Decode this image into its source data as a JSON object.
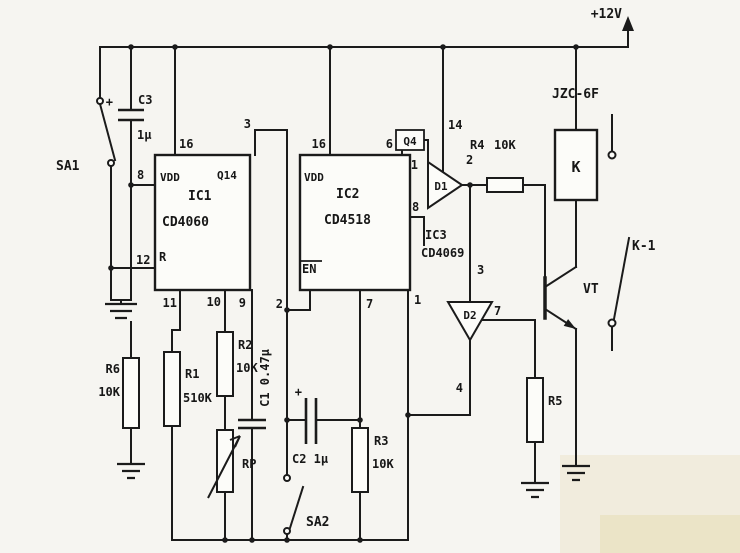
{
  "figure": {
    "type": "circuit-schematic",
    "description": "Timer relay circuit using CD4060 oscillator/divider, CD4518 counter and CD4069 inverters driving relay K via transistor VT"
  },
  "labels": {
    "p12v": "+12V",
    "relay_model": "JZC-6F",
    "relay_coil": "K",
    "relay_contact": "K-1",
    "vt": "VT",
    "sa1": "SA1",
    "sa2": "SA2",
    "ic1": {
      "ref": "IC1",
      "part": "CD4060",
      "vdd": "VDD",
      "q14": "Q14",
      "r": "R",
      "p16": "16",
      "p8": "8",
      "p12": "12",
      "p3": "3",
      "p11": "11",
      "p10": "10",
      "p9": "9"
    },
    "ic2": {
      "ref": "IC2",
      "part": "CD4518",
      "vdd": "VDD",
      "en": "EN",
      "q4": "Q4",
      "p16": "16",
      "p6": "6",
      "p8": "8",
      "p2": "2",
      "p7": "7",
      "p1": "1"
    },
    "ic3": {
      "ref": "IC3",
      "part": "CD4069",
      "d1": "D1",
      "d2": "D2",
      "p14": "14",
      "p1": "1",
      "p2": "2",
      "p3": "3",
      "p4": "4",
      "p7": "7"
    },
    "r1": {
      "ref": "R1",
      "val": "510K"
    },
    "r2": {
      "ref": "R2",
      "val": "10K"
    },
    "r3": {
      "ref": "R3",
      "val": "10K"
    },
    "r4": {
      "ref": "R4",
      "val": "10K"
    },
    "r5": {
      "ref": "R5"
    },
    "r6": {
      "ref": "R6",
      "val": "10K"
    },
    "rp": {
      "ref": "RP"
    },
    "c1": {
      "label": "C1 0.47μ"
    },
    "c2": {
      "label": "C2 1μ",
      "plus": "+"
    },
    "c3": {
      "ref": "C3",
      "val": "1μ",
      "plus": "+"
    }
  }
}
